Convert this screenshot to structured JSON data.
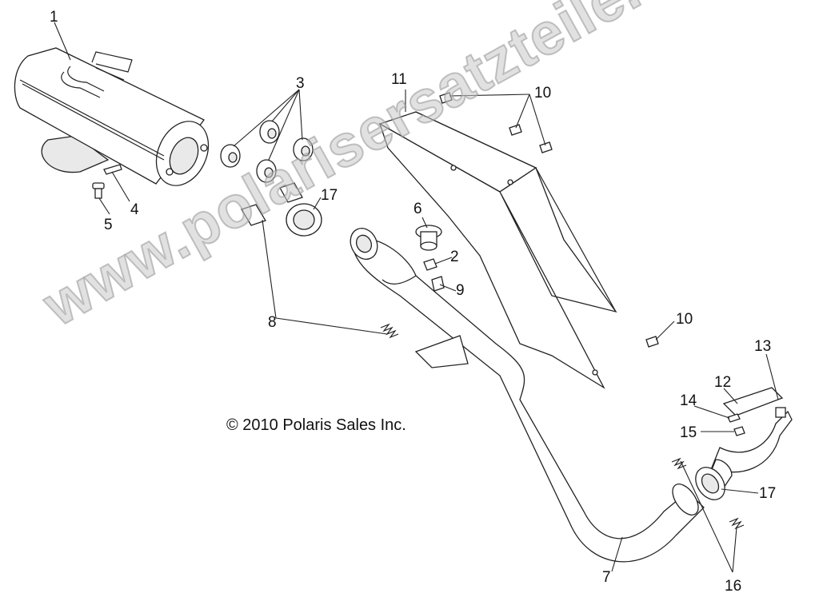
{
  "copyright": "© 2010 Polaris Sales Inc.",
  "watermark": "www.polarisersatzteile.de",
  "callouts": {
    "c1": "1",
    "c2": "2",
    "c3": "3",
    "c4": "4",
    "c5": "5",
    "c6": "6",
    "c7": "7",
    "c8": "8",
    "c9": "9",
    "c10a": "10",
    "c10b": "10",
    "c11": "11",
    "c12": "12",
    "c13": "13",
    "c14": "14",
    "c15": "15",
    "c16": "16",
    "c17a": "17",
    "c17b": "17"
  }
}
